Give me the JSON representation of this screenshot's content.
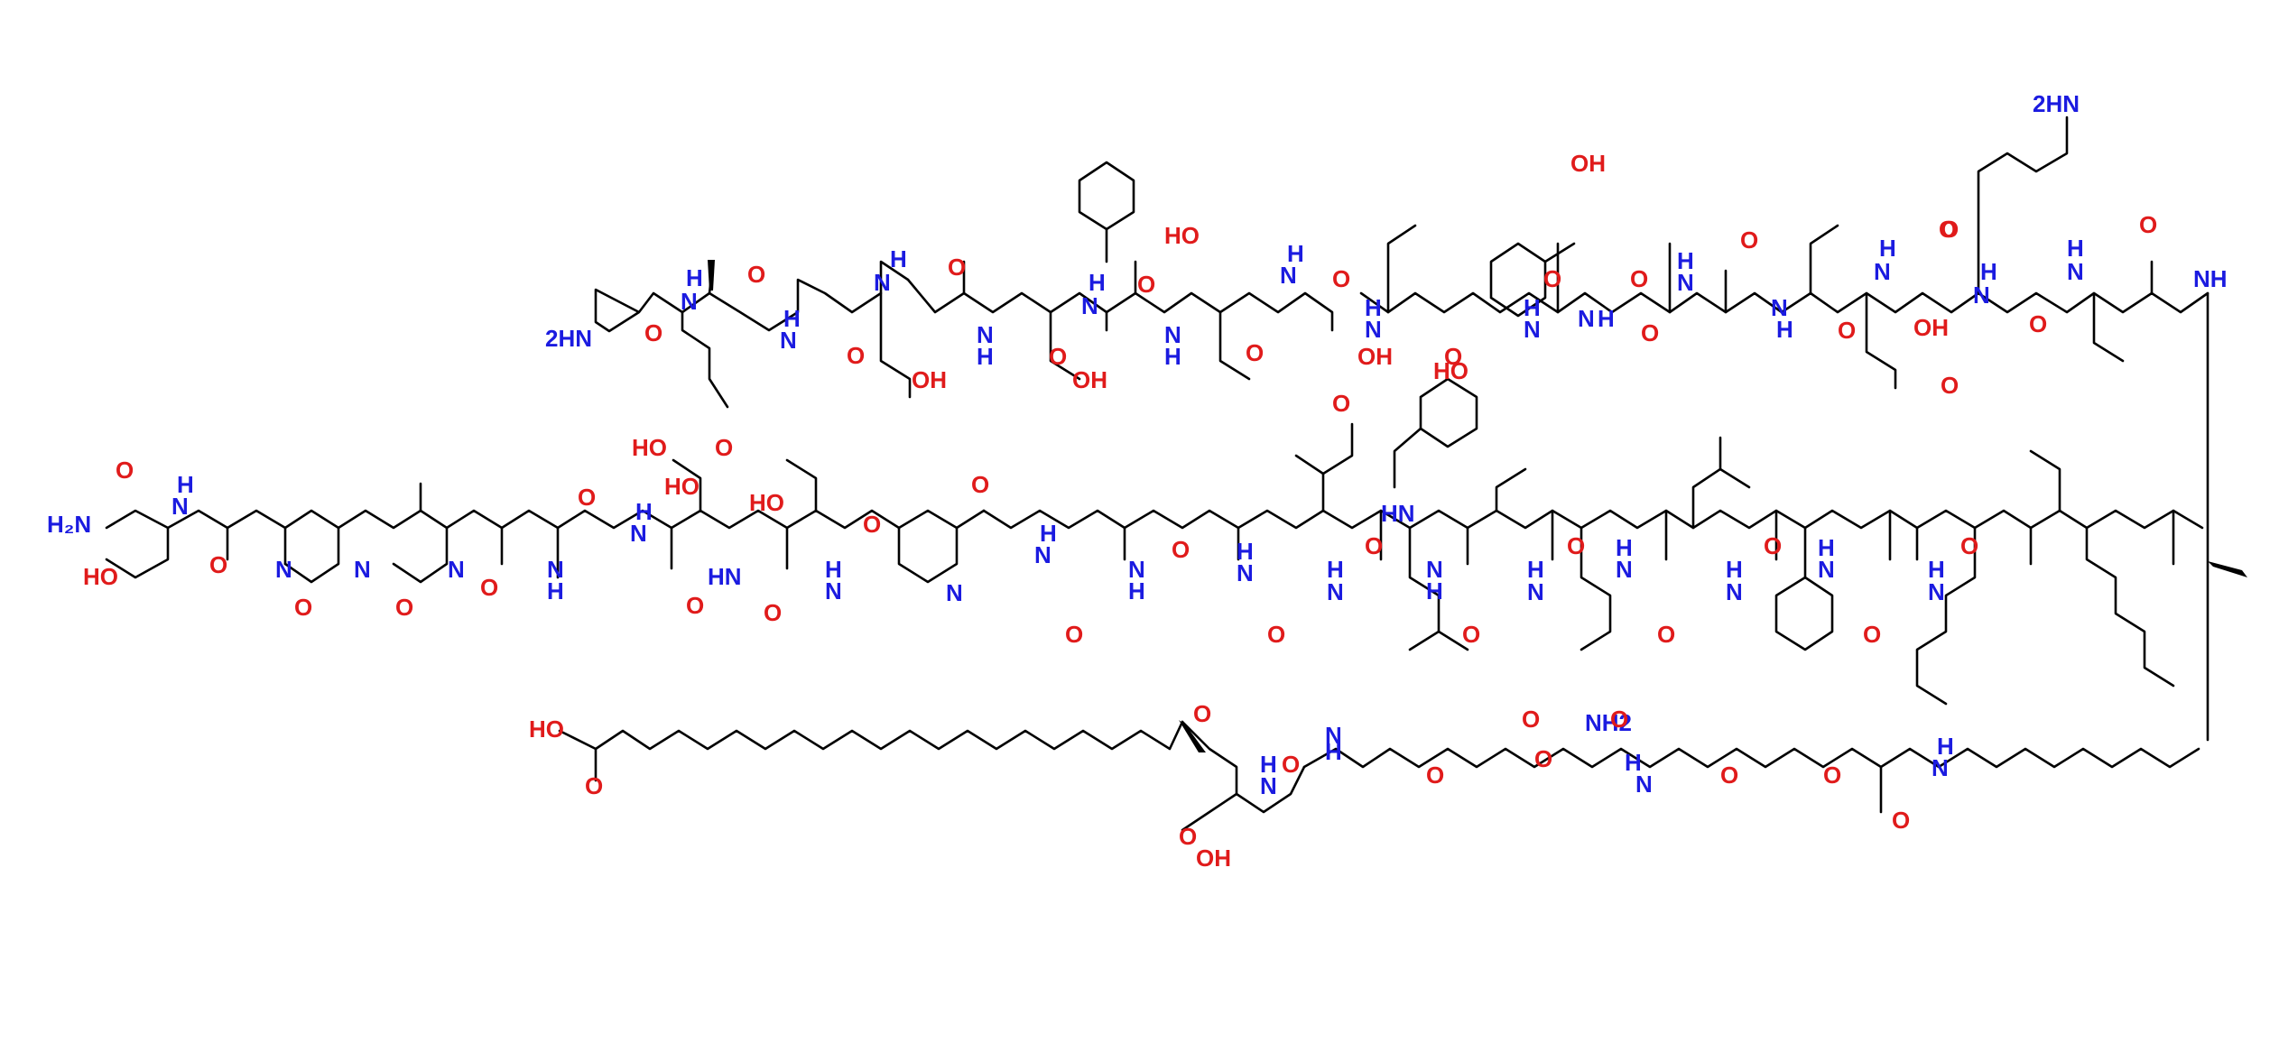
{
  "colors": {
    "nitrogen": "#1b1be0",
    "oxygen": "#e01b1b",
    "bond": "#000000",
    "background": "#ffffff"
  },
  "labels": [
    {
      "id": "l1",
      "text": "2HN",
      "el": "n"
    },
    {
      "id": "l2",
      "text": "O",
      "el": "o"
    },
    {
      "id": "l3",
      "text": "N",
      "el": "n"
    },
    {
      "id": "l4",
      "text": "H",
      "el": "n"
    },
    {
      "id": "l5",
      "text": "O",
      "el": "o"
    },
    {
      "id": "l6",
      "text": "N",
      "el": "n"
    },
    {
      "id": "l7",
      "text": "H",
      "el": "n"
    },
    {
      "id": "l8",
      "text": "O",
      "el": "o"
    },
    {
      "id": "l9",
      "text": "N",
      "el": "n"
    },
    {
      "id": "l10",
      "text": "H",
      "el": "n"
    },
    {
      "id": "l11",
      "text": "O",
      "el": "o"
    },
    {
      "id": "l12",
      "text": "N",
      "el": "n"
    },
    {
      "id": "l13",
      "text": "H",
      "el": "n"
    },
    {
      "id": "l14",
      "text": "O",
      "el": "o"
    },
    {
      "id": "l15",
      "text": "HO",
      "el": "o"
    },
    {
      "id": "l16",
      "text": "O",
      "el": "o"
    },
    {
      "id": "l17",
      "text": "OH",
      "el": "o"
    },
    {
      "id": "l18",
      "text": "N",
      "el": "n"
    },
    {
      "id": "l19",
      "text": "H",
      "el": "n"
    },
    {
      "id": "l20",
      "text": "O",
      "el": "o"
    },
    {
      "id": "l21",
      "text": "OH",
      "el": "o"
    },
    {
      "id": "l22",
      "text": "N",
      "el": "n"
    },
    {
      "id": "l23",
      "text": "H",
      "el": "n"
    },
    {
      "id": "l24",
      "text": "HO",
      "el": "o"
    },
    {
      "id": "l25",
      "text": "O",
      "el": "o"
    },
    {
      "id": "l26",
      "text": "N",
      "el": "n"
    },
    {
      "id": "l27",
      "text": "H",
      "el": "n"
    },
    {
      "id": "l28",
      "text": "O",
      "el": "o"
    },
    {
      "id": "l29",
      "text": "OH",
      "el": "o"
    },
    {
      "id": "l30",
      "text": "O",
      "el": "o"
    },
    {
      "id": "l31",
      "text": "OH",
      "el": "o"
    },
    {
      "id": "l32",
      "text": "H",
      "el": "n"
    },
    {
      "id": "l33",
      "text": "N",
      "el": "n"
    },
    {
      "id": "l34",
      "text": "O",
      "el": "o"
    },
    {
      "id": "l35",
      "text": "O",
      "el": "o"
    },
    {
      "id": "l36",
      "text": "H",
      "el": "n"
    },
    {
      "id": "l37",
      "text": "N",
      "el": "n"
    },
    {
      "id": "l38",
      "text": "HO",
      "el": "o"
    },
    {
      "id": "l39",
      "text": "O",
      "el": "o"
    },
    {
      "id": "l40",
      "text": "N",
      "el": "n"
    },
    {
      "id": "l41",
      "text": "H",
      "el": "n"
    },
    {
      "id": "l42",
      "text": "O",
      "el": "o"
    },
    {
      "id": "l43",
      "text": "H",
      "el": "n"
    },
    {
      "id": "l44",
      "text": "N",
      "el": "n"
    },
    {
      "id": "l45",
      "text": "O",
      "el": "o"
    },
    {
      "id": "l46",
      "text": "N",
      "el": "n"
    },
    {
      "id": "l47",
      "text": "H",
      "el": "n"
    },
    {
      "id": "l48",
      "text": "O",
      "el": "o"
    },
    {
      "id": "l49",
      "text": "H",
      "el": "n"
    },
    {
      "id": "l50",
      "text": "N",
      "el": "n"
    },
    {
      "id": "l51",
      "text": "O",
      "el": "o"
    },
    {
      "id": "l52",
      "text": "OH",
      "el": "o"
    },
    {
      "id": "l53",
      "text": "O",
      "el": "o"
    },
    {
      "id": "l54",
      "text": "2HN",
      "el": "n"
    },
    {
      "id": "l55",
      "text": "O",
      "el": "o"
    },
    {
      "id": "l56",
      "text": "H",
      "el": "n"
    },
    {
      "id": "l57",
      "text": "N",
      "el": "n"
    },
    {
      "id": "l58",
      "text": "O",
      "el": "o"
    },
    {
      "id": "l59",
      "text": "H",
      "el": "n"
    },
    {
      "id": "l60",
      "text": "N",
      "el": "n"
    },
    {
      "id": "l61",
      "text": "O",
      "el": "o"
    },
    {
      "id": "l62",
      "text": "NH",
      "el": "n"
    },
    {
      "id": "l63",
      "text": "O",
      "el": "o"
    },
    {
      "id": "l64",
      "text": "H₂N",
      "el": "n"
    },
    {
      "id": "l65",
      "text": "N",
      "el": "n"
    },
    {
      "id": "l66",
      "text": "H",
      "el": "n"
    },
    {
      "id": "l67",
      "text": "O",
      "el": "o"
    },
    {
      "id": "l68",
      "text": "HO",
      "el": "o"
    },
    {
      "id": "l69",
      "text": "N",
      "el": "n"
    },
    {
      "id": "l70",
      "text": "O",
      "el": "o"
    },
    {
      "id": "l71",
      "text": "N",
      "el": "n"
    },
    {
      "id": "l72",
      "text": "O",
      "el": "o"
    },
    {
      "id": "l73",
      "text": "N",
      "el": "n"
    },
    {
      "id": "l74",
      "text": "O",
      "el": "o"
    },
    {
      "id": "l75",
      "text": "N",
      "el": "n"
    },
    {
      "id": "l76",
      "text": "H",
      "el": "n"
    },
    {
      "id": "l77",
      "text": "O",
      "el": "o"
    },
    {
      "id": "l78",
      "text": "N",
      "el": "n"
    },
    {
      "id": "l79",
      "text": "H",
      "el": "n"
    },
    {
      "id": "l80",
      "text": "O",
      "el": "o"
    },
    {
      "id": "l81",
      "text": "HO",
      "el": "o"
    },
    {
      "id": "l82",
      "text": "HN",
      "el": "n"
    },
    {
      "id": "l83",
      "text": "O",
      "el": "o"
    },
    {
      "id": "l84",
      "text": "HO",
      "el": "o"
    },
    {
      "id": "l85",
      "text": "N",
      "el": "n"
    },
    {
      "id": "l86",
      "text": "H",
      "el": "n"
    },
    {
      "id": "l87",
      "text": "O",
      "el": "o"
    },
    {
      "id": "l88",
      "text": "N",
      "el": "n"
    },
    {
      "id": "l89",
      "text": "O",
      "el": "o"
    },
    {
      "id": "l90",
      "text": "H",
      "el": "n"
    },
    {
      "id": "l91",
      "text": "N",
      "el": "n"
    },
    {
      "id": "l92",
      "text": "O",
      "el": "o"
    },
    {
      "id": "l93",
      "text": "N",
      "el": "n"
    },
    {
      "id": "l94",
      "text": "H",
      "el": "n"
    },
    {
      "id": "l95",
      "text": "O",
      "el": "o"
    },
    {
      "id": "l96",
      "text": "H",
      "el": "n"
    },
    {
      "id": "l97",
      "text": "N",
      "el": "n"
    },
    {
      "id": "l98",
      "text": "O",
      "el": "o"
    },
    {
      "id": "l99",
      "text": "N",
      "el": "n"
    },
    {
      "id": "l100",
      "text": "H",
      "el": "n"
    },
    {
      "id": "l101",
      "text": "HN",
      "el": "n"
    },
    {
      "id": "l102",
      "text": "O",
      "el": "o"
    },
    {
      "id": "l103",
      "text": "N",
      "el": "n"
    },
    {
      "id": "l104",
      "text": "H",
      "el": "n"
    },
    {
      "id": "l105",
      "text": "O",
      "el": "o"
    },
    {
      "id": "l106",
      "text": "N",
      "el": "n"
    },
    {
      "id": "l107",
      "text": "H",
      "el": "n"
    },
    {
      "id": "l108",
      "text": "O",
      "el": "o"
    },
    {
      "id": "l109",
      "text": "N",
      "el": "n"
    },
    {
      "id": "l110",
      "text": "H",
      "el": "n"
    },
    {
      "id": "l111",
      "text": "O",
      "el": "o"
    },
    {
      "id": "l112",
      "text": "N",
      "el": "n"
    },
    {
      "id": "l113",
      "text": "H",
      "el": "n"
    },
    {
      "id": "l114",
      "text": "O",
      "el": "o"
    },
    {
      "id": "l115",
      "text": "N",
      "el": "n"
    },
    {
      "id": "l116",
      "text": "H",
      "el": "n"
    },
    {
      "id": "l117",
      "text": "O",
      "el": "o"
    },
    {
      "id": "l118",
      "text": "N",
      "el": "n"
    },
    {
      "id": "l119",
      "text": "H",
      "el": "n"
    },
    {
      "id": "l120",
      "text": "O",
      "el": "o"
    },
    {
      "id": "l121",
      "text": "NH2",
      "el": "n"
    },
    {
      "id": "l122",
      "text": "O",
      "el": "o"
    },
    {
      "id": "l123",
      "text": "HO",
      "el": "o"
    },
    {
      "id": "l124",
      "text": "O",
      "el": "o"
    },
    {
      "id": "l125",
      "text": "O",
      "el": "o"
    },
    {
      "id": "l126",
      "text": "N",
      "el": "n"
    },
    {
      "id": "l127",
      "text": "H",
      "el": "n"
    },
    {
      "id": "l128",
      "text": "O",
      "el": "o"
    },
    {
      "id": "l129",
      "text": "H",
      "el": "n"
    },
    {
      "id": "l130",
      "text": "N",
      "el": "n"
    },
    {
      "id": "l131",
      "text": "O",
      "el": "o"
    },
    {
      "id": "l132",
      "text": "O",
      "el": "o"
    },
    {
      "id": "l133",
      "text": "O",
      "el": "o"
    },
    {
      "id": "l134",
      "text": "N",
      "el": "n"
    },
    {
      "id": "l135",
      "text": "H",
      "el": "n"
    },
    {
      "id": "l136",
      "text": "O",
      "el": "o"
    },
    {
      "id": "l137",
      "text": "O",
      "el": "o"
    },
    {
      "id": "l138",
      "text": "O",
      "el": "o"
    },
    {
      "id": "l139",
      "text": "N",
      "el": "n"
    },
    {
      "id": "l140",
      "text": "H",
      "el": "n"
    },
    {
      "id": "l141",
      "text": "O",
      "el": "o"
    },
    {
      "id": "l142",
      "text": "OH",
      "el": "o"
    }
  ]
}
